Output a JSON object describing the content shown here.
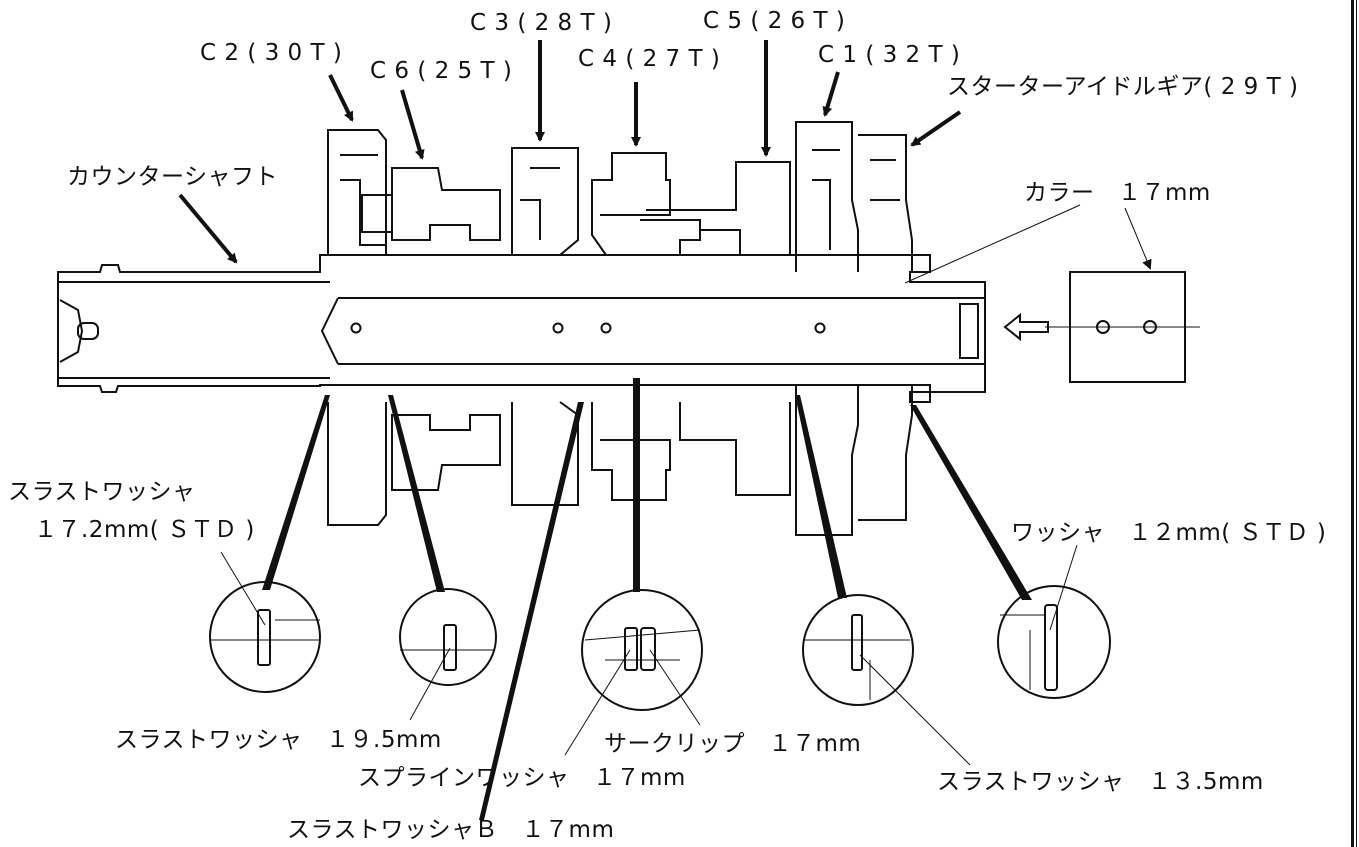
{
  "labels": {
    "c2": "C 2 ( 3 0 T )",
    "c6": "C 6 ( 2 5 T )",
    "c3": "C 3 ( 2 8 T )",
    "c4": "C 4 ( 2 7 T )",
    "c5": "C 5 ( 2 6 T )",
    "c1": "C 1 ( 3 2 T )",
    "starter_idle_gear": "スターターアイドルギア( 2 9 T )",
    "countershaft": "カウンターシャフト",
    "collar": "カラー　１７mm",
    "thrust_washer_17_2_a": "スラストワッシャ",
    "thrust_washer_17_2_b": "１７.2mm( ＳＴＤ )",
    "washer_12": "ワッシャ　１２mm( ＳＴＤ )",
    "thrust_washer_19_5": "スラストワッシャ　１９.5mm",
    "circlip_17": "サークリップ　１７mm",
    "spline_washer_17": "スプラインワッシャ　１７mm",
    "thrust_washer_13_5": "スラストワッシャ　１３.5mm",
    "thrust_washer_b_17": "スラストワッシャＢ　１７mm"
  }
}
